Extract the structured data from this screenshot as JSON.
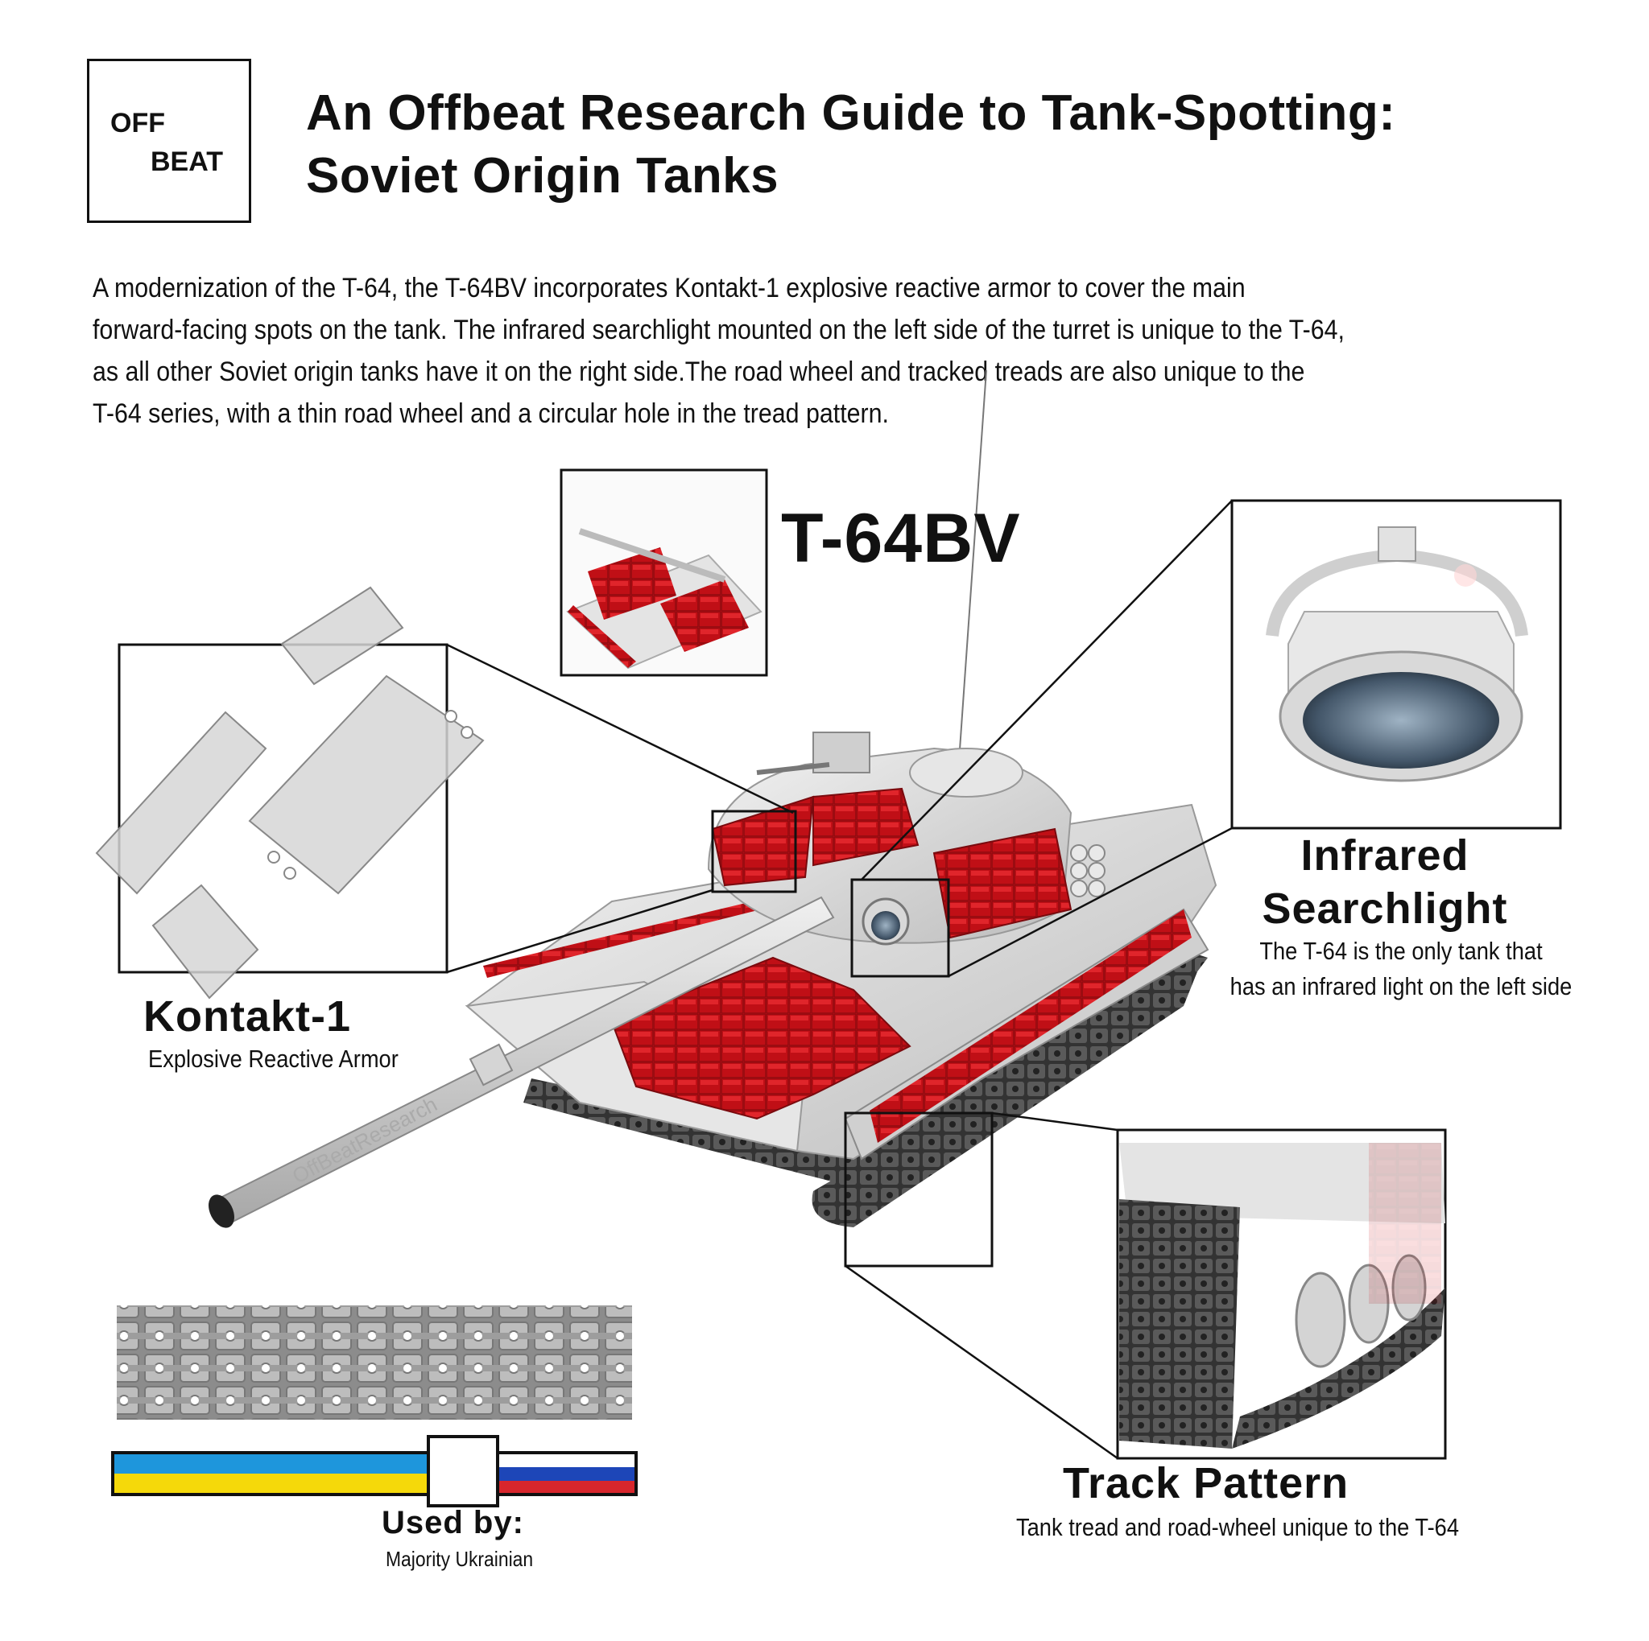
{
  "logo": {
    "line1": "OFF",
    "line2": "BEAT"
  },
  "title": {
    "line1": "An Offbeat Research Guide to Tank-Spotting:",
    "line2": "Soviet Origin Tanks"
  },
  "intro": {
    "line1": "A modernization of the T-64, the T-64BV incorporates Kontakt-1 explosive reactive armor to cover the main",
    "line2": "forward-facing spots on the tank. The infrared searchlight mounted on the left side of the turret is unique to the T-64,",
    "line3": "as all other Soviet origin tanks have it on the right side.The road wheel and tracked treads are also unique to the",
    "line4": "T-64 series, with a thin road wheel and a circular hole in the tread pattern."
  },
  "model_name": "T-64BV",
  "callouts": {
    "kontakt": {
      "title": "Kontakt-1",
      "subtitle": "Explosive Reactive Armor"
    },
    "searchlight": {
      "title_line1": "Infrared",
      "title_line2": "Searchlight",
      "sub_line1": "The T-64 is the only tank that",
      "sub_line2": "has an infrared light on the left side"
    },
    "track": {
      "title": "Track Pattern",
      "subtitle": "Tank tread and road-wheel unique to the T-64"
    }
  },
  "used_by": {
    "title": "Used by:",
    "subtitle": "Majority Ukrainian",
    "ukraine_share": 0.6
  },
  "watermark": "OffBeatResearch",
  "colors": {
    "era_red": "#d0141a",
    "hull_grey": "#d9d9d9",
    "ukraine_blue": "#1e96dc",
    "ukraine_yellow": "#f5d90a",
    "russia_blue": "#1d46b8",
    "russia_red": "#d7262c"
  }
}
